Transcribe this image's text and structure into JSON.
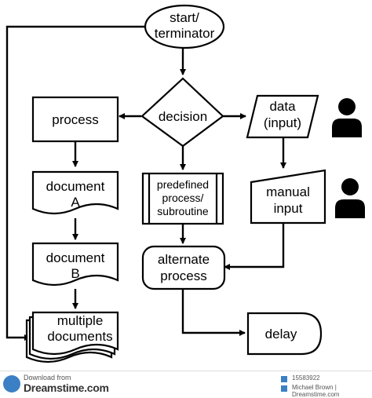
{
  "nodes": {
    "start": [
      "start/",
      "terminator"
    ],
    "decision": [
      "decision"
    ],
    "process": [
      "process"
    ],
    "data_input": [
      "data",
      "(input)"
    ],
    "document_a": [
      "document",
      "A"
    ],
    "predefined": [
      "predefined",
      "process/",
      "subroutine"
    ],
    "manual_input": [
      "manual",
      "input"
    ],
    "document_b": [
      "document",
      "B"
    ],
    "alternate_process": [
      "alternate",
      "process"
    ],
    "multiple_documents": [
      "multiple",
      "documents"
    ],
    "delay": [
      "delay"
    ]
  },
  "icons": [
    "person-icon",
    "person-icon"
  ],
  "colors": {
    "line": "#000000",
    "fill": "#ffffff",
    "watermark_accent": "#3b7fc4"
  },
  "watermark": {
    "download_text": "Download from",
    "site": "Dreamstime.com",
    "image_id": "15583922",
    "credit": "Michael Brown | Dreamstime.com"
  }
}
